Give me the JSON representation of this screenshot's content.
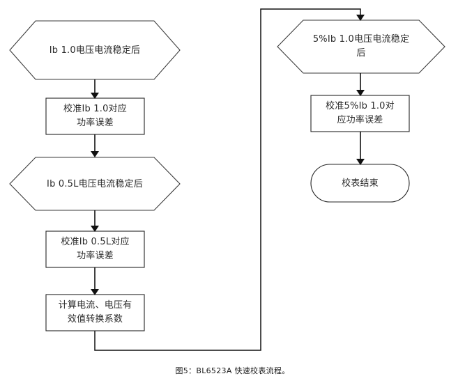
{
  "figure": {
    "caption": "图5：BL6523A 快速校表流程。",
    "background_color": "#ffffff",
    "stroke_color": "#252525",
    "connector_color": "#111111",
    "text_color": "#2a2a2a"
  },
  "flowchart": {
    "type": "flowchart",
    "orientation": "two-column, left column flows down then wraps to right column",
    "left_column": [
      {
        "id": "node-ib-1p0-stable",
        "shape": "hexagon",
        "label": "Ib 1.0电压电流稳定后"
      },
      {
        "id": "node-calib-ib-1p0",
        "shape": "process",
        "label": "校准Ib 1.0对应\n功率误差"
      },
      {
        "id": "node-ib-0p5l-stable",
        "shape": "hexagon",
        "label": "Ib 0.5L电压电流稳定后"
      },
      {
        "id": "node-calib-ib-0p5l",
        "shape": "process",
        "label": "校准Ib 0.5L对应\n功率误差"
      },
      {
        "id": "node-calc-coefficients",
        "shape": "process",
        "label": "计算电流、电压有\n效值转换系数"
      }
    ],
    "right_column": [
      {
        "id": "node-5pct-ib-1p0-stable",
        "shape": "hexagon",
        "label": "5%Ib 1.0电压电流稳定\n后"
      },
      {
        "id": "node-calib-5pct-ib-1p0",
        "shape": "process",
        "label": "校准5%Ib 1.0对\n应功率误差"
      },
      {
        "id": "node-end",
        "shape": "terminator",
        "label": "校表结束"
      }
    ],
    "connectors": [
      {
        "id": "conn-1",
        "from": "node-ib-1p0-stable",
        "to": "node-calib-ib-1p0",
        "style": "straight-down-arrow"
      },
      {
        "id": "conn-2",
        "from": "node-calib-ib-1p0",
        "to": "node-ib-0p5l-stable",
        "style": "straight-down-arrow"
      },
      {
        "id": "conn-3",
        "from": "node-ib-0p5l-stable",
        "to": "node-calib-ib-0p5l",
        "style": "straight-down-arrow"
      },
      {
        "id": "conn-4",
        "from": "node-calib-ib-0p5l",
        "to": "node-calc-coefficients",
        "style": "straight-down-arrow"
      },
      {
        "id": "conn-wrap",
        "from": "node-calc-coefficients",
        "to": "node-5pct-ib-1p0-stable",
        "style": "down-right-up-right-down-arrow"
      },
      {
        "id": "conn-5",
        "from": "node-5pct-ib-1p0-stable",
        "to": "node-calib-5pct-ib-1p0",
        "style": "straight-down-arrow"
      },
      {
        "id": "conn-6",
        "from": "node-calib-5pct-ib-1p0",
        "to": "node-end",
        "style": "straight-down-arrow"
      }
    ]
  }
}
